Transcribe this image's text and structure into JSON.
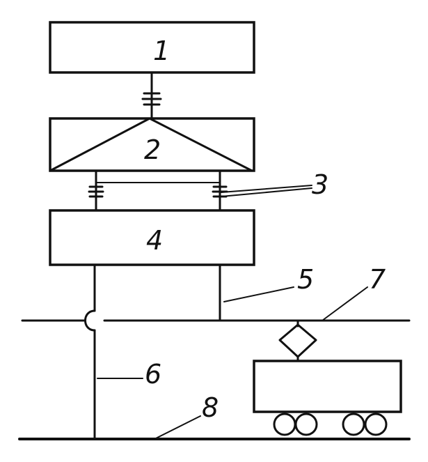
{
  "labels": {
    "block1": "1",
    "block2": "2",
    "insulators": "3",
    "block4": "4",
    "feeder": "5",
    "return_feeder": "6",
    "contact_wire": "7",
    "rail": "8"
  },
  "colors": {
    "ink": "#111111",
    "background": "#ffffff"
  }
}
